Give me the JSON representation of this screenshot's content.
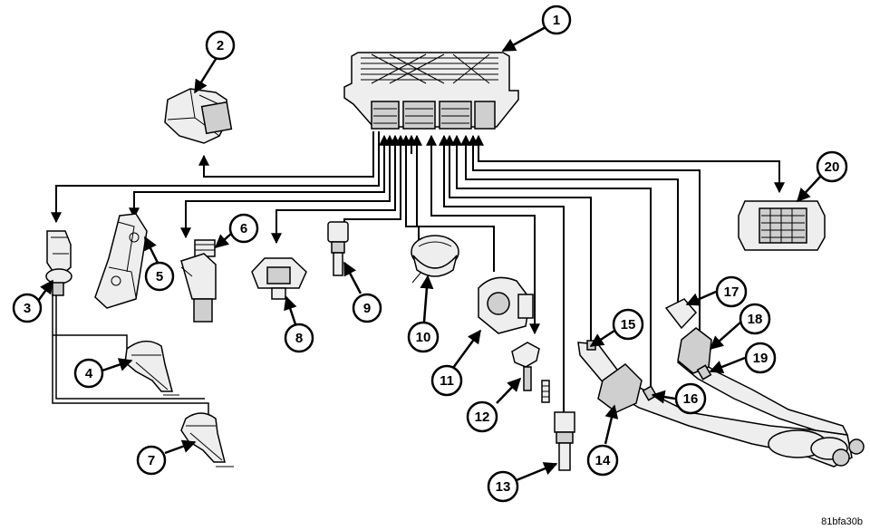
{
  "figure_code": "81bfa30b",
  "callouts": [
    "1",
    "2",
    "3",
    "4",
    "5",
    "6",
    "7",
    "8",
    "9",
    "10",
    "11",
    "12",
    "13",
    "14",
    "15",
    "16",
    "17",
    "18",
    "19",
    "20"
  ]
}
